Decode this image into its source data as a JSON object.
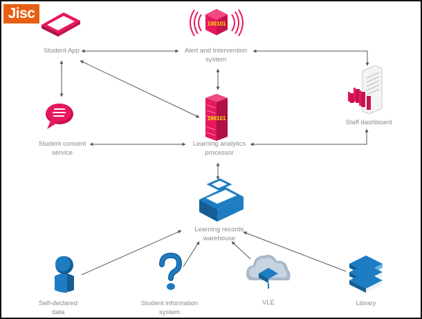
{
  "logo": {
    "text": "Jisc",
    "color": "#e85e13"
  },
  "colors": {
    "pink": "#e8185c",
    "pink_dark": "#b10f45",
    "blue": "#1d7cc2",
    "blue_light": "#6fb4e0",
    "grey_label": "#8a8a8a",
    "arrow": "#555555"
  },
  "nodes": {
    "student_app": {
      "label": "Student App",
      "icon": "tablet-icon"
    },
    "alert": {
      "line1": "Alert and Intervention",
      "line2": "system",
      "icon": "alert-beacon-icon",
      "icon_text": "100101"
    },
    "staff_dashboard": {
      "label": "Staff dashboard",
      "icon": "dashboard-report-icon"
    },
    "consent": {
      "line1": "Student consent",
      "line2": "service",
      "icon": "speech-bubble-icon"
    },
    "processor": {
      "line1": "Learning analytics",
      "line2": "processor",
      "icon": "server-icon",
      "icon_text": "100101"
    },
    "warehouse": {
      "line1": "Learning records",
      "line2": "warehouse",
      "icon": "briefcase-icon"
    },
    "self_declared": {
      "line1": "Self-declared",
      "line2": "data",
      "icon": "person-icon"
    },
    "sis": {
      "line1": "Student information",
      "line2": "system",
      "icon": "question-mark-icon"
    },
    "vle": {
      "label": "VLE",
      "icon": "cloud-icon"
    },
    "library": {
      "label": "Library",
      "icon": "books-icon"
    }
  }
}
